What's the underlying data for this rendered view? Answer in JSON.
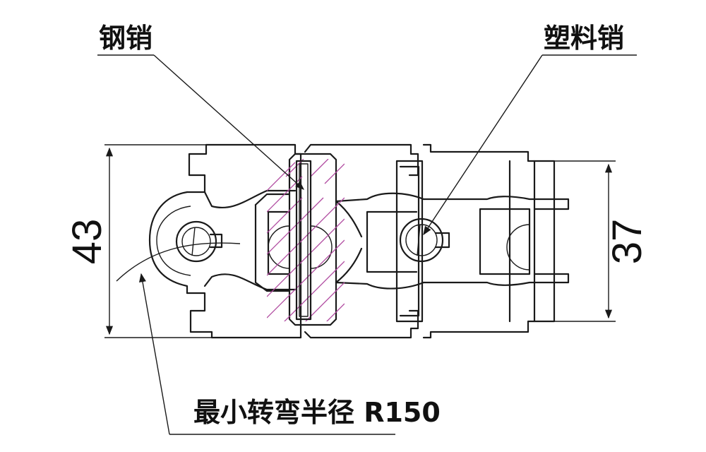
{
  "labels": {
    "steel_pin": "钢销",
    "plastic_pin": "塑料销",
    "min_radius": "最小转弯半径 R150"
  },
  "dimensions": {
    "overall_height": "43",
    "inner_height": "37"
  },
  "colors": {
    "line": "#1a1a1a",
    "hatch": "#b04aa0",
    "background": "#ffffff"
  }
}
